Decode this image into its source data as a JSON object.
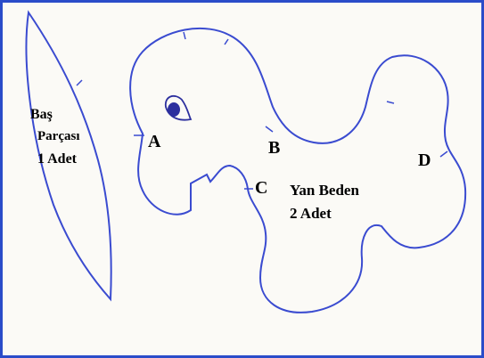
{
  "head_piece": {
    "title": "Baş",
    "part": "Parçası",
    "count": "1 Adet"
  },
  "body_piece": {
    "title": "Yan Beden",
    "count": "2 Adet"
  },
  "points": {
    "a": "A",
    "b": "B",
    "c": "C",
    "d": "D"
  },
  "colors": {
    "frame": "#2a4cc9",
    "outline": "#3a4bd0",
    "eye": "#2c2f9e",
    "text": "#000000"
  }
}
